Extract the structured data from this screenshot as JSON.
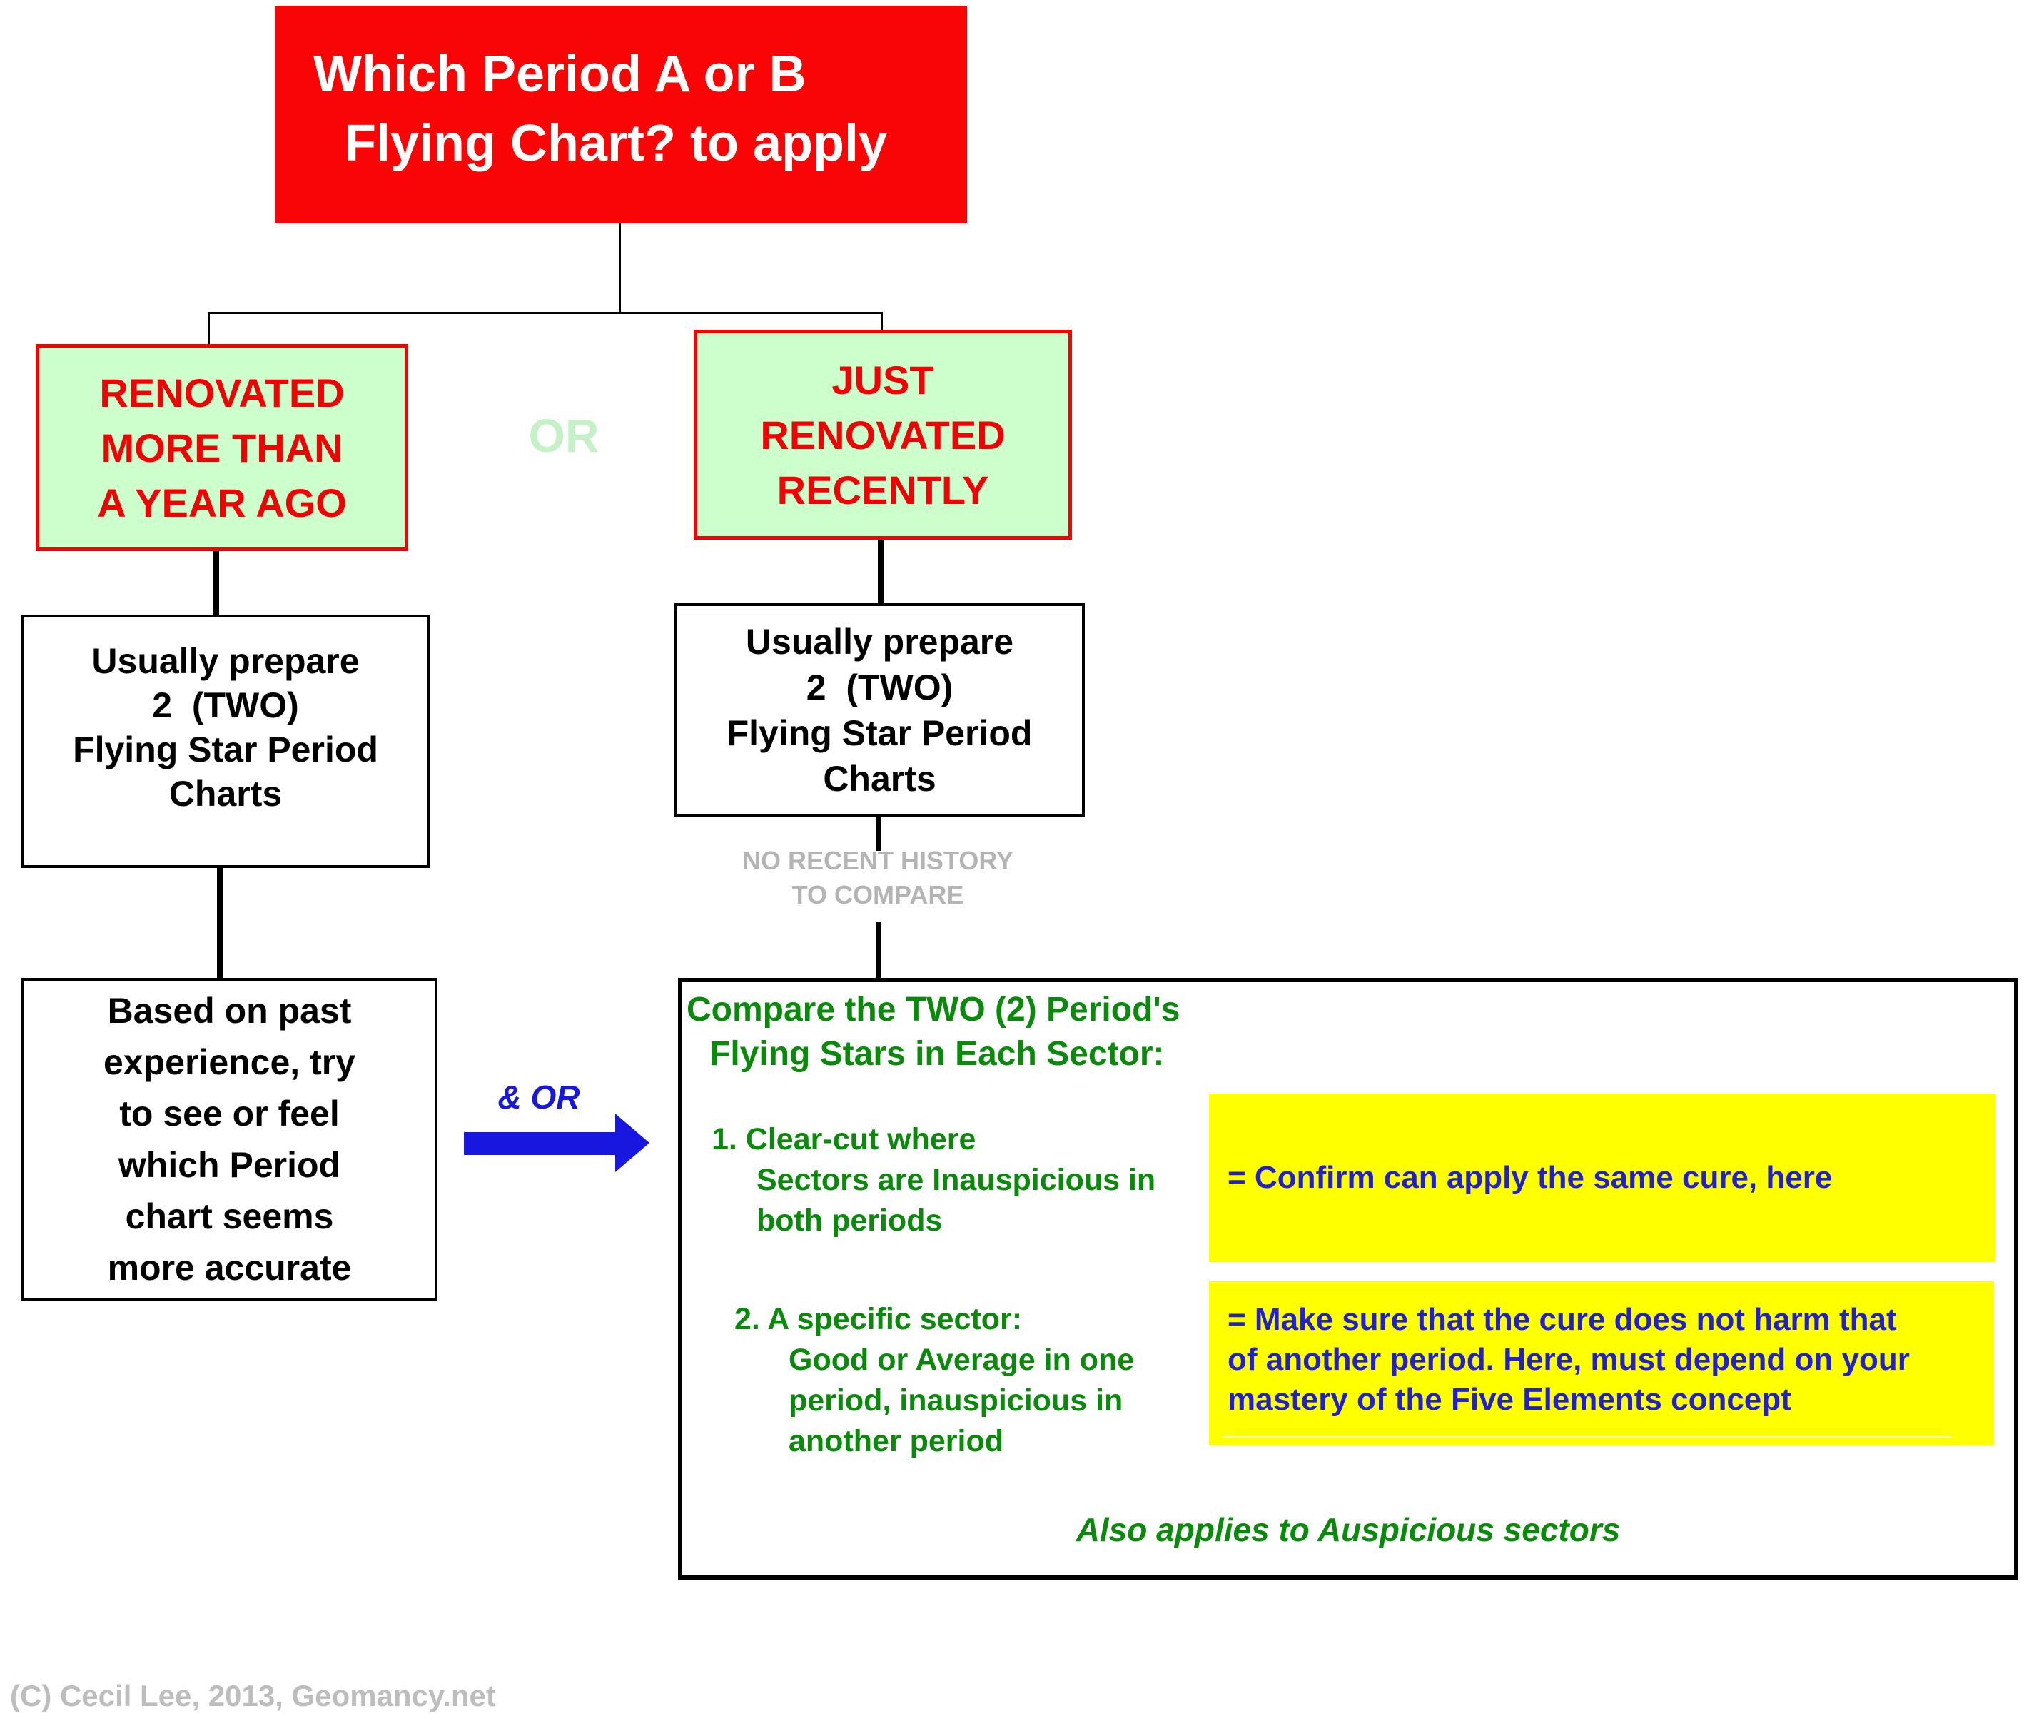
{
  "colors": {
    "title_red": "#fa0505",
    "condition_fill_green": "#ccffcc",
    "condition_text_red": "#ee0404",
    "or_pale_green": "#c6f0c6",
    "dark_green_text": "#0a8a0a",
    "result_yellow": "#ffff00",
    "result_blue_text": "#2020cf",
    "arrow_blue": "#1717e0",
    "note_gray": "#b4b4b4",
    "copyright_gray": "#bdbdbd"
  },
  "title": {
    "lines": [
      "Which Period A or B",
      "Flying Chart? to apply"
    ]
  },
  "or_label": "OR",
  "left": {
    "condition_lines": [
      "RENOVATED",
      "MORE THAN",
      "A YEAR AGO"
    ],
    "prepare_lines": [
      "Usually prepare",
      "2  (TWO)",
      "Flying Star Period",
      "Charts"
    ],
    "advice_lines": [
      "Based on past",
      "experience, try",
      "to see or feel",
      "which Period",
      "chart seems",
      "more accurate"
    ]
  },
  "right": {
    "condition_lines": [
      "JUST",
      "RENOVATED",
      "RECENTLY"
    ],
    "prepare_lines": [
      "Usually prepare",
      "2  (TWO)",
      "Flying Star Period",
      "Charts"
    ],
    "note_lines": [
      "NO RECENT HISTORY",
      "TO COMPARE"
    ]
  },
  "arrow_label": "& OR",
  "compare": {
    "heading_lines": [
      "Compare the TWO (2) Period's",
      "Flying Stars in Each Sector:"
    ],
    "item1_lines": [
      "1. Clear-cut where",
      "Sectors are Inauspicious in",
      "both periods"
    ],
    "item2_lines": [
      "2. A specific sector:",
      "Good or Average in one",
      "period, inauspicious in",
      "another period"
    ],
    "result1": "= Confirm can apply the same cure, here",
    "result2_lines": [
      "= Make sure that the cure does not harm that",
      "of another period. Here, must depend on your",
      "mastery of the Five Elements concept"
    ],
    "footnote": "Also applies to Auspicious sectors"
  },
  "copyright": "(C) Cecil Lee, 2013, Geomancy.net"
}
